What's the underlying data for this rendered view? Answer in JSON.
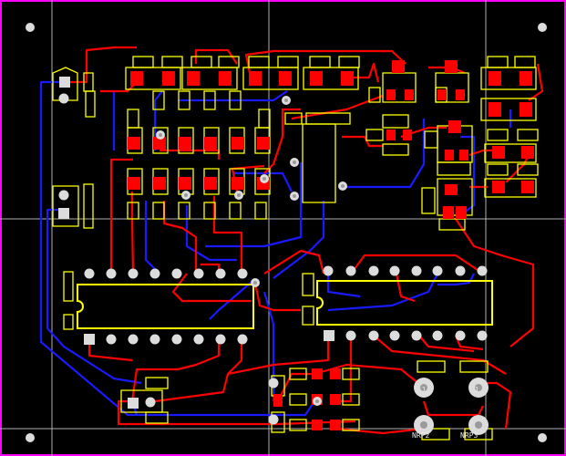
{
  "board": {
    "colors": {
      "background": "#000000",
      "top_copper": "#ff0000",
      "bottom_copper": "#1a1aff",
      "silkscreen": "#ffff00",
      "pad": "#dcdcdc",
      "pad_hole": "#9a9a9a",
      "guide": "#b0b0b0",
      "border": "#ff00ff"
    },
    "labels": {
      "screw_1": "J",
      "screw_2": "J",
      "bottom_1": "NRP2",
      "bottom_2": "NRP3"
    }
  }
}
